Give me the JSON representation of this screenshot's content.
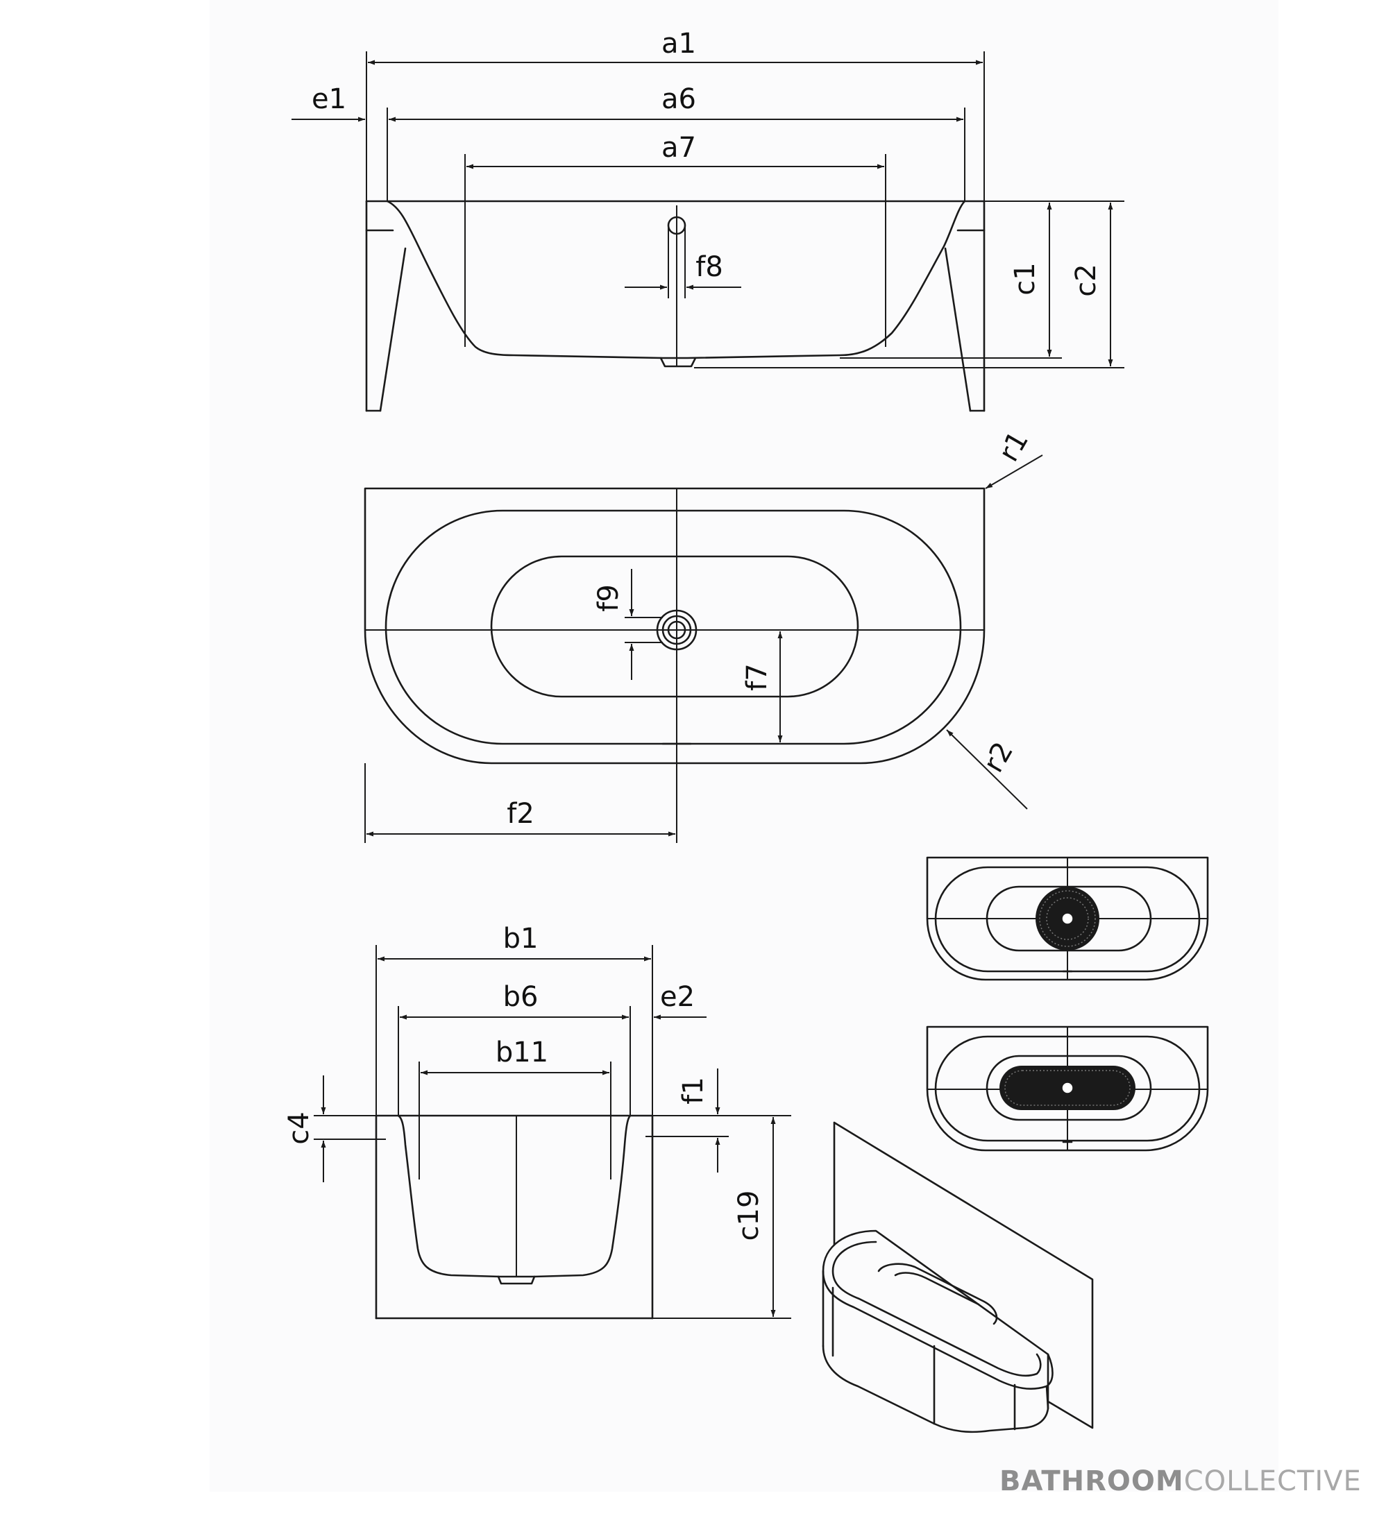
{
  "labels": {
    "a1": "a1",
    "a6": "a6",
    "a7": "a7",
    "e1": "e1",
    "f8": "f8",
    "c1": "c1",
    "c2": "c2",
    "r1": "r1",
    "r2": "r2",
    "f9": "f9",
    "f7": "f7",
    "f2": "f2",
    "b1": "b1",
    "b6": "b6",
    "e2": "e2",
    "b11": "b11",
    "f1": "f1",
    "c4": "c4",
    "c19": "c19"
  },
  "brand": {
    "bold": "BATHROOM",
    "light": "COLLECTIVE",
    "bold_color": "#8e8e8e",
    "light_color": "#a8a8a8"
  },
  "colors": {
    "line": "#1a1a1a",
    "paper": "#fbfbfc"
  }
}
